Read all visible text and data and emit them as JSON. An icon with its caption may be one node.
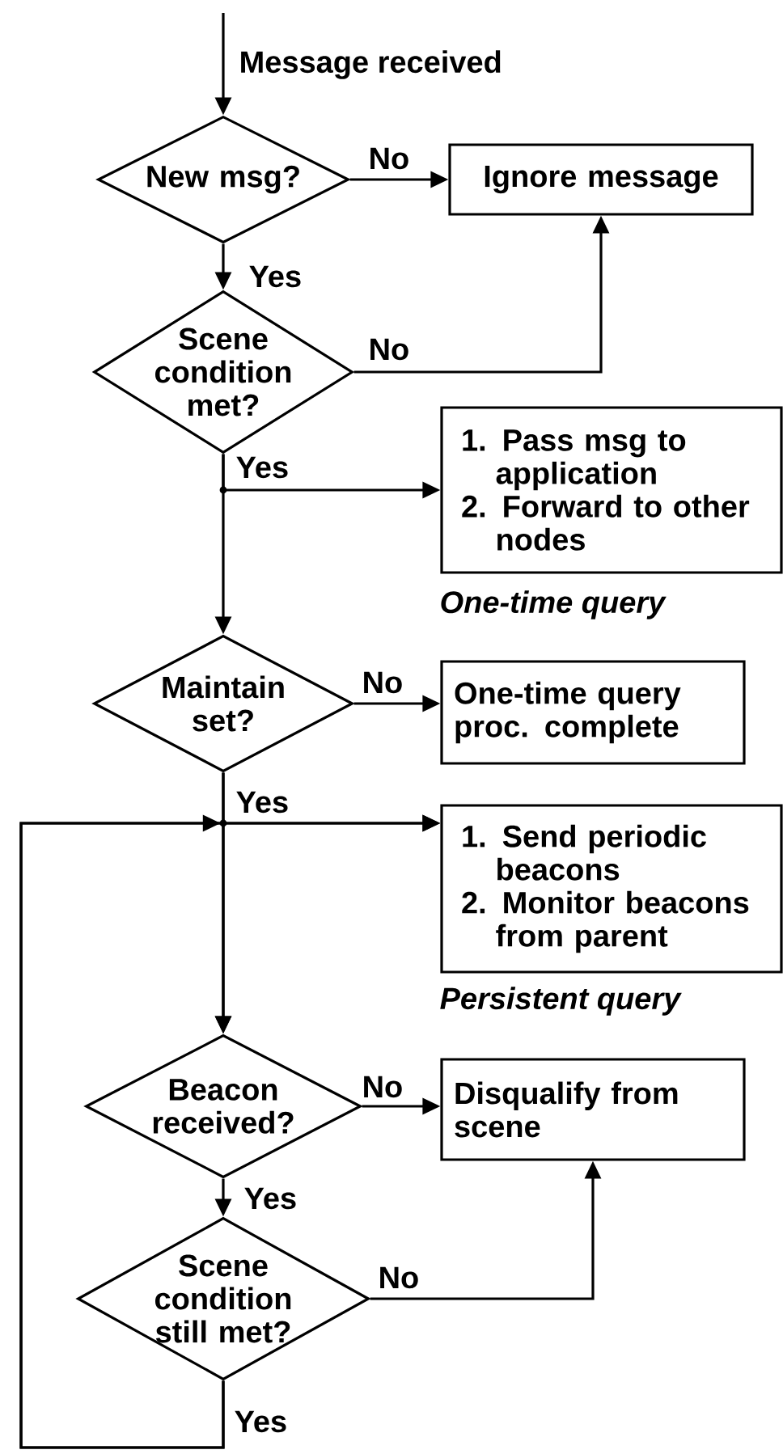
{
  "diagram": {
    "nodes": [
      {
        "text": [
          "New msg?"
        ]
      },
      {
        "text": [
          "Ignore message"
        ]
      },
      {
        "text": [
          "Scene condition met?"
        ]
      },
      {
        "text": [
          "1. Pass msg to application",
          "2. Forward to other nodes"
        ],
        "beside": [
          "One-time query"
        ]
      },
      {
        "text": [
          "Maintain set?"
        ]
      },
      {
        "text": [
          "One-time query proc. complete"
        ]
      },
      {
        "text": [
          "1. Send periodic beacons",
          "2. Monitor beacons from parent"
        ],
        "beside": [
          "Persistent query"
        ]
      },
      {
        "text": [
          "Beacon received?"
        ]
      },
      {
        "text": [
          "Disqualify from scene"
        ]
      },
      {
        "text": [
          "Scene condition still met?"
        ]
      }
    ],
    "edges": [
      {
        "from": null,
        "to": 0,
        "arrow": "to",
        "label": "Message received"
      },
      {
        "from": 0,
        "to": 1,
        "arrow": "to",
        "label": "No"
      },
      {
        "from": 0,
        "to": 2,
        "arrow": "to",
        "label": "Yes"
      },
      {
        "from": 2,
        "to": 1,
        "arrow": "to",
        "label": "No"
      },
      {
        "from": 2,
        "to": 3,
        "arrow": "to"
      },
      {
        "from": 2,
        "to": 4,
        "arrow": "to",
        "label": "Yes"
      },
      {
        "from": 4,
        "to": 5,
        "arrow": "to",
        "label": "No"
      },
      {
        "from": 4,
        "to": 6,
        "arrow": "to"
      },
      {
        "from": 4,
        "to": 7,
        "arrow": "to",
        "label": "Yes"
      },
      {
        "from": 7,
        "to": 8,
        "arrow": "to",
        "label": "No"
      },
      {
        "from": 7,
        "to": 9,
        "arrow": "to",
        "label": "Yes"
      },
      {
        "from": 9,
        "to": 8,
        "arrow": "to",
        "label": "No"
      },
      {
        "from": 9,
        "to": 6,
        "arrow": "to",
        "label": "Yes"
      },
      {
        "from": 9,
        "to": 7,
        "arrow": "to"
      }
    ]
  }
}
